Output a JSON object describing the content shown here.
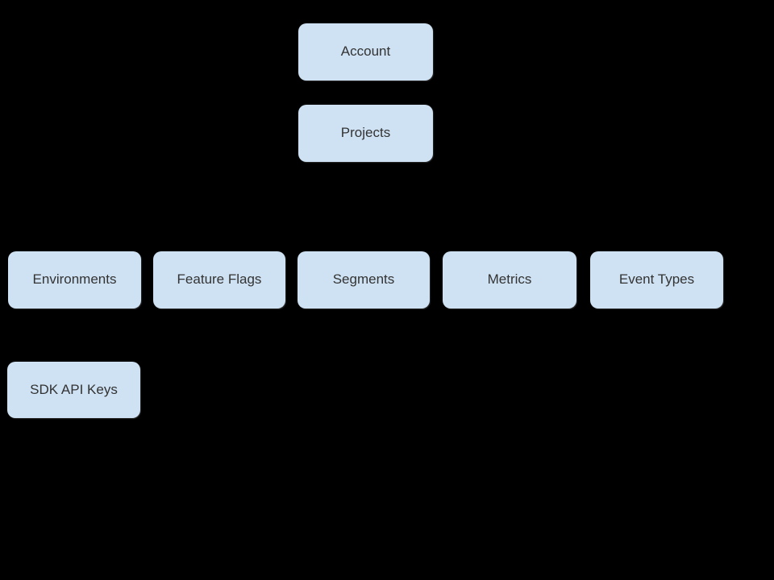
{
  "diagram": {
    "background_color": "#000000",
    "node_fill_color": "#cfe2f3",
    "node_text_color": "#333333",
    "nodes": [
      {
        "id": "account",
        "label": "Account"
      },
      {
        "id": "projects",
        "label": "Projects"
      },
      {
        "id": "environments",
        "label": "Environments"
      },
      {
        "id": "feature-flags",
        "label": "Feature Flags"
      },
      {
        "id": "segments",
        "label": "Segments"
      },
      {
        "id": "metrics",
        "label": "Metrics"
      },
      {
        "id": "event-types",
        "label": "Event Types"
      },
      {
        "id": "sdk-api-keys",
        "label": "SDK API Keys"
      }
    ]
  }
}
